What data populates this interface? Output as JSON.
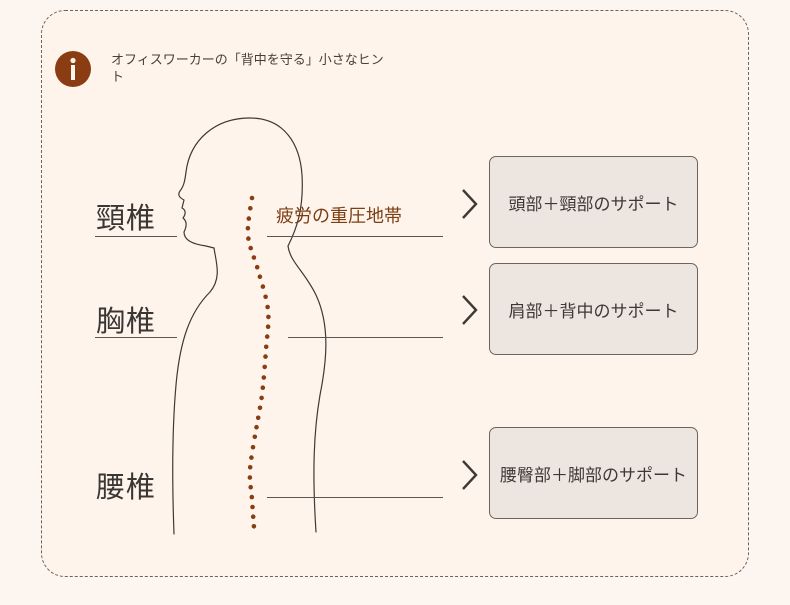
{
  "hint": {
    "text": "オフィスワーカーの「背中を守る」小さなヒント"
  },
  "regions": [
    {
      "label": "頸椎",
      "note": "疲労の重圧地帯",
      "support": "頭部＋頸部のサポート"
    },
    {
      "label": "胸椎",
      "note": "",
      "support": "肩部＋背中のサポート"
    },
    {
      "label": "腰椎",
      "note": "",
      "support": "腰臀部＋脚部のサポート"
    }
  ],
  "colors": {
    "accent": "#8a3d12",
    "spine_dots": "#8a3d12",
    "outline": "#3d3935"
  },
  "icons": {
    "hint": "info-icon",
    "arrow": "chevron-right-icon"
  }
}
